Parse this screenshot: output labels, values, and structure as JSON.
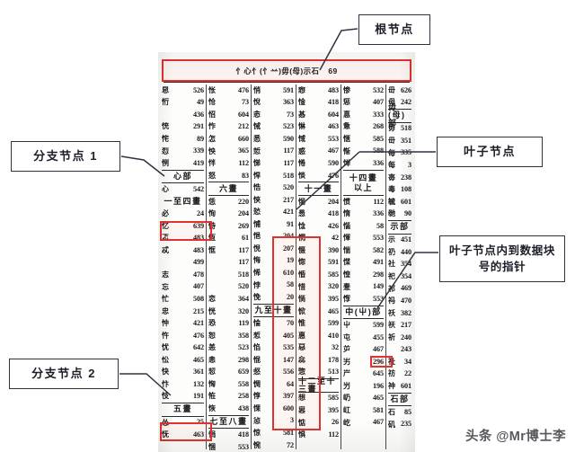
{
  "annotations": {
    "root": "根节点",
    "leaf": "叶子节点",
    "branch1": "分支节点 1",
    "branch2": "分支节点 2",
    "pointer": "叶子节点内到数据块号的指针"
  },
  "watermark": "头条 @Mr博士李",
  "highlight_colors": {
    "box": "#e2322f",
    "annotation_border": "#2f3340",
    "text": "#1b1e27"
  },
  "scan": {
    "header": {
      "radicals": "忄心忄(忄䒑)毋(母)示石",
      "page": "69"
    },
    "columns": [
      {
        "name": "column-1",
        "rows": [
          {
            "ch": "㤙",
            "pg": "526"
          },
          {
            "ch": "㤚",
            "pg": "49"
          },
          {
            "ch": "",
            "pg": "436"
          },
          {
            "ch": "㤝",
            "pg": "291"
          },
          {
            "ch": "㤞",
            "pg": "89"
          },
          {
            "ch": "㤠",
            "pg": "339"
          },
          {
            "ch": "㤡",
            "pg": "419"
          },
          {
            "section": "心部",
            "rule": "both"
          },
          {
            "ch": "心",
            "pg": "542"
          },
          {
            "section": "一至四畫"
          },
          {
            "ch": "必",
            "pg": "24"
          },
          {
            "ch": "忆",
            "pg": "639"
          },
          {
            "ch": "忑",
            "pg": "483"
          },
          {
            "ch": "忒",
            "pg": "483"
          },
          {
            "ch": "",
            "pg": "499"
          },
          {
            "ch": "志",
            "pg": "478"
          },
          {
            "ch": "忘",
            "pg": "407"
          },
          {
            "ch": "忙",
            "pg": "508"
          },
          {
            "ch": "忠",
            "pg": "215"
          },
          {
            "ch": "忡",
            "pg": "421"
          },
          {
            "ch": "忤",
            "pg": "476"
          },
          {
            "ch": "忧",
            "pg": "642"
          },
          {
            "ch": "忪",
            "pg": "465"
          },
          {
            "ch": "快",
            "pg": "361"
          },
          {
            "ch": "忭",
            "pg": "132"
          },
          {
            "ch": "忮",
            "pg": "191"
          },
          {
            "section": "五畫",
            "rule": "both"
          },
          {
            "ch": "怂",
            "pg": "25"
          },
          {
            "ch": "怃",
            "pg": "463"
          }
        ]
      },
      {
        "name": "column-2",
        "rows": [
          {
            "ch": "怅",
            "pg": "476"
          },
          {
            "ch": "怆",
            "pg": "73"
          },
          {
            "ch": "怊",
            "pg": "604"
          },
          {
            "ch": "怍",
            "pg": "212"
          },
          {
            "ch": "怎",
            "pg": "660"
          },
          {
            "ch": "怏",
            "pg": "365"
          },
          {
            "ch": "怑",
            "pg": "112"
          },
          {
            "ch": "怒",
            "pg": "83"
          },
          {
            "section": "六畫",
            "rule": "both"
          },
          {
            "ch": "恁",
            "pg": "220"
          },
          {
            "ch": "恂",
            "pg": "204"
          },
          {
            "ch": "恃",
            "pg": "269"
          },
          {
            "ch": "恆",
            "pg": "61"
          },
          {
            "ch": "恇",
            "pg": "117"
          },
          {
            "ch": "",
            "pg": "117"
          },
          {
            "ch": "",
            "pg": "518"
          },
          {
            "ch": "",
            "pg": "520"
          },
          {
            "ch": "恋",
            "pg": "364"
          },
          {
            "ch": "恍",
            "pg": "320"
          },
          {
            "ch": "恐",
            "pg": "119"
          },
          {
            "ch": "恕",
            "pg": "358"
          },
          {
            "ch": "恙",
            "pg": "523"
          },
          {
            "ch": "恚",
            "pg": "298"
          },
          {
            "ch": "恝",
            "pg": "659"
          },
          {
            "ch": "恟",
            "pg": "558"
          },
          {
            "ch": "恠",
            "pg": "258"
          },
          {
            "ch": "恢",
            "pg": "438"
          },
          {
            "section": "七至八畫",
            "rule": "both"
          },
          {
            "ch": "悁",
            "pg": "418"
          },
          {
            "ch": "悃",
            "pg": "553"
          }
        ]
      },
      {
        "name": "column-3",
        "rows": [
          {
            "ch": "悄",
            "pg": "591"
          },
          {
            "ch": "悅",
            "pg": "363"
          },
          {
            "ch": "悆",
            "pg": "73"
          },
          {
            "ch": "悈",
            "pg": "523"
          },
          {
            "ch": "悉",
            "pg": "590"
          },
          {
            "ch": "悊",
            "pg": "117"
          },
          {
            "ch": "悌",
            "pg": "117"
          },
          {
            "ch": "悍",
            "pg": "518"
          },
          {
            "ch": "悎",
            "pg": "520"
          },
          {
            "ch": "悏",
            "pg": "217"
          },
          {
            "ch": "悐",
            "pg": "421"
          },
          {
            "ch": "悑",
            "pg": "91"
          },
          {
            "ch": "悒",
            "pg": "204"
          },
          {
            "ch": "悓",
            "pg": "207"
          },
          {
            "ch": "悔",
            "pg": "19"
          },
          {
            "ch": "悕",
            "pg": "610"
          },
          {
            "ch": "悖",
            "pg": "58"
          },
          {
            "ch": "悗",
            "pg": "20"
          },
          {
            "section": "九至十畫",
            "rule": "both"
          },
          {
            "ch": "惀",
            "pg": "70"
          },
          {
            "ch": "惁",
            "pg": "405"
          },
          {
            "ch": "惂",
            "pg": "535"
          },
          {
            "ch": "惃",
            "pg": "147"
          },
          {
            "ch": "惄",
            "pg": "556"
          },
          {
            "ch": "惆",
            "pg": "64"
          },
          {
            "ch": "惇",
            "pg": "397"
          },
          {
            "ch": "惈",
            "pg": "600"
          },
          {
            "ch": "惉",
            "pg": "3"
          },
          {
            "ch": "惊",
            "pg": "581"
          },
          {
            "ch": "惋",
            "pg": "72"
          }
        ]
      },
      {
        "name": "column-4",
        "rows": [
          {
            "ch": "惌",
            "pg": "483"
          },
          {
            "ch": "惍",
            "pg": "418"
          },
          {
            "ch": "惎",
            "pg": "604"
          },
          {
            "ch": "惏",
            "pg": "463"
          },
          {
            "ch": "惐",
            "pg": "553"
          },
          {
            "ch": "惑",
            "pg": "467"
          },
          {
            "ch": "惓",
            "pg": "590"
          },
          {
            "ch": "惔",
            "pg": "476"
          },
          {
            "section": "十一畫",
            "rule": "both"
          },
          {
            "ch": "惕",
            "pg": "204"
          },
          {
            "ch": "惖",
            "pg": "418"
          },
          {
            "ch": "惗",
            "pg": "426"
          },
          {
            "ch": "惘",
            "pg": "42"
          },
          {
            "ch": "惙",
            "pg": "390"
          },
          {
            "ch": "惚",
            "pg": "591"
          },
          {
            "ch": "惛",
            "pg": "585"
          },
          {
            "ch": "惜",
            "pg": "320"
          },
          {
            "ch": "惝",
            "pg": "395"
          },
          {
            "ch": "惞",
            "pg": "465"
          },
          {
            "ch": "惟",
            "pg": "599"
          },
          {
            "ch": "惠",
            "pg": "410"
          },
          {
            "ch": "惡",
            "pg": "32"
          },
          {
            "ch": "惢",
            "pg": "178"
          },
          {
            "ch": "惣",
            "pg": "513"
          },
          {
            "section": "十二至十三畫",
            "rule": "both"
          },
          {
            "ch": "想",
            "pg": "585"
          },
          {
            "ch": "惥",
            "pg": "395"
          },
          {
            "ch": "惦",
            "pg": "26"
          },
          {
            "ch": "惧",
            "pg": "112"
          }
        ]
      },
      {
        "name": "column-5",
        "rows": [
          {
            "ch": "惨",
            "pg": "532"
          },
          {
            "ch": "惩",
            "pg": "407"
          },
          {
            "ch": "惪",
            "pg": "333"
          },
          {
            "ch": "惫",
            "pg": "268"
          },
          {
            "ch": "惬",
            "pg": "585"
          },
          {
            "ch": "惭",
            "pg": "588"
          },
          {
            "ch": "惮",
            "pg": "336"
          },
          {
            "section": "十四畫",
            "l2": "以上",
            "rule": "both"
          },
          {
            "ch": "惯",
            "pg": "112"
          },
          {
            "ch": "惰",
            "pg": "336"
          },
          {
            "ch": "惱",
            "pg": "58"
          },
          {
            "ch": "惲",
            "pg": "553"
          },
          {
            "ch": "惴",
            "pg": "582"
          },
          {
            "ch": "惵",
            "pg": "491"
          },
          {
            "ch": "惶",
            "pg": "298"
          },
          {
            "ch": "惷",
            "pg": "149"
          },
          {
            "ch": "惸",
            "pg": "553"
          },
          {
            "section": "中(屮)部",
            "rule": "both"
          },
          {
            "ch": "屮",
            "pg": "599"
          },
          {
            "ch": "屯",
            "pg": "455"
          },
          {
            "ch": "屰",
            "pg": "467"
          },
          {
            "ch": "屴",
            "pg": "296"
          },
          {
            "ch": "屵",
            "pg": "645"
          },
          {
            "ch": "屶",
            "pg": "196"
          },
          {
            "ch": "屷",
            "pg": "465"
          },
          {
            "ch": "屸",
            "pg": "581"
          },
          {
            "ch": "屹",
            "pg": "467"
          }
        ]
      },
      {
        "name": "column-6",
        "rows": [
          {
            "ch": "毌",
            "pg": "626"
          },
          {
            "ch": "母",
            "pg": "242"
          },
          {
            "section": "毋(母)部",
            "rule": "both"
          },
          {
            "ch": "毋",
            "pg": "518"
          },
          {
            "ch": "毌",
            "pg": "351"
          },
          {
            "ch": "毎",
            "pg": "335"
          },
          {
            "ch": "每",
            "pg": "3"
          },
          {
            "ch": "毐",
            "pg": "238"
          },
          {
            "ch": "毒",
            "pg": "108"
          },
          {
            "ch": "毓",
            "pg": "601"
          },
          {
            "ch": "毑",
            "pg": "90"
          },
          {
            "section": "示部",
            "rule": "both"
          },
          {
            "ch": "示",
            "pg": "451"
          },
          {
            "ch": "礽",
            "pg": "440"
          },
          {
            "ch": "社",
            "pg": "354"
          },
          {
            "ch": "祀",
            "pg": "354"
          },
          {
            "ch": "祁",
            "pg": "469"
          },
          {
            "ch": "祃",
            "pg": "470"
          },
          {
            "ch": "祅",
            "pg": "382"
          },
          {
            "ch": "祆",
            "pg": "217"
          },
          {
            "ch": "祈",
            "pg": "240"
          },
          {
            "ch": "",
            "pg": "243"
          },
          {
            "ch": "祉",
            "pg": "34"
          },
          {
            "ch": "祊",
            "pg": "22"
          },
          {
            "ch": "祌",
            "pg": "601"
          },
          {
            "section": "石部",
            "rule": "both"
          },
          {
            "ch": "石",
            "pg": "85"
          },
          {
            "ch": "矶",
            "pg": "235"
          }
        ]
      }
    ]
  }
}
